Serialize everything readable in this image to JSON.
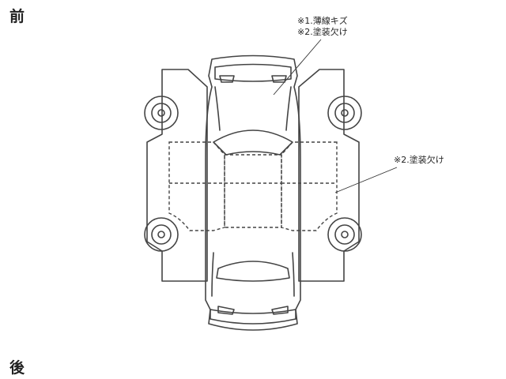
{
  "labels": {
    "front": "前",
    "rear": "後"
  },
  "annotations": {
    "top_line1": "※1.薄線キズ",
    "top_line2": "※2.塗装欠け",
    "side_line1": "※2.塗装欠け"
  }
}
